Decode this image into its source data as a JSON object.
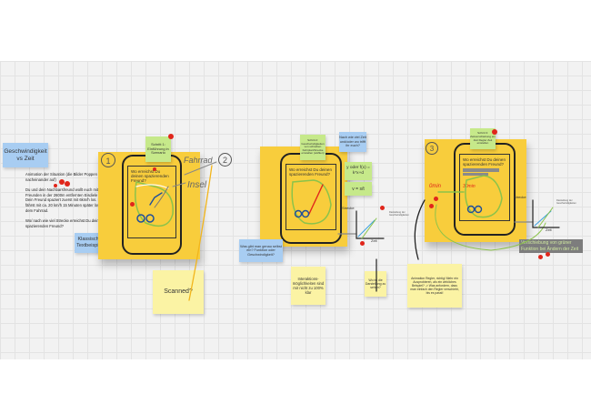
{
  "board": {
    "title_note": "Geschwindigkeit vs Zeit",
    "intro_text": [
      "Animation der Situation (die Bilder Poppen nacheinander auf)",
      "Du und dein Nachbarsfreund wollt euch mit Freunden in der 2600m entfernten Eisdiele treffen. Dein Freund spaziert zuerst mit 6km/h los. Du fährst mit ca. 20 km/h 15 Minuten später los mit dem Fahrrad.",
      "Wo/ nach wie viel Strecke erreichst Du deinen spazierenden Freund?"
    ],
    "classic_note": "Klassisches Textbeispiel?",
    "scanned_note": "Scanned?",
    "section1": {
      "number": "1",
      "step_note": "Schritt 1: Einführung in Szenario",
      "screen_question": "Wo erreichst Du deinen spazierenden Freund?",
      "annotation_fahrrad": "Fahrrad",
      "annotation_insel": "Insel",
      "next_number": "2"
    },
    "section2": {
      "step_note": "Schritt 2: Geschwindigkeiten von schreiben Fahrplan/Strecke einstellen (wählen)",
      "time_question": "Nach wie viel Zeit und/oder wo trifft ihr euch?",
      "formula1": "y oder f(x) = k*x+d",
      "formula2": "v = s/t",
      "screen_question": "Wo erreichst Du deinen spazierenden Freund?",
      "input_question": "Was gibt man genau selbst ein? Funktion oder Geschwindigkeit?",
      "interaction_note": "Interaktions-möglichkeiten sind mir nicht zu 100% klar",
      "where_note": "Wo ist die Darstellung zu sehen?",
      "graph_ylabel": "Strecke",
      "graph_xlabel": "Zeit",
      "side_comment": "Darstellung der Geschwindigkeiten"
    },
    "section3": {
      "number": "3",
      "step_note": "Schritt 3: Zeitverschiebung ein Zeit Regler Zeit einstellen",
      "screen_question": "Wo erreichst Du deinen spazierenden Freund?",
      "label_0min": "0min",
      "label_30min": "30min",
      "slider_note": "Animation Regler, richtig! Mehr ein Ausprobieren, als ein wirkliches Beispiel? -> Was anfordern, dass man einfach den Regler verschiebt, bis es passt!",
      "shift_label": "Verschiebung von grüner Funktion bei Ändern der Zeit",
      "graph_ylabel": "Strecke",
      "graph_xlabel": "Zeit",
      "side_comment": "Darstellung der Geschwindigkeiten"
    }
  },
  "colors": {
    "sticky_yellow": "#f8cd3c",
    "sticky_blue": "#a8cdf2",
    "sticky_green": "#c6e98a",
    "sticky_light_yellow": "#fbf3a4",
    "marker_red": "#e0261b"
  }
}
